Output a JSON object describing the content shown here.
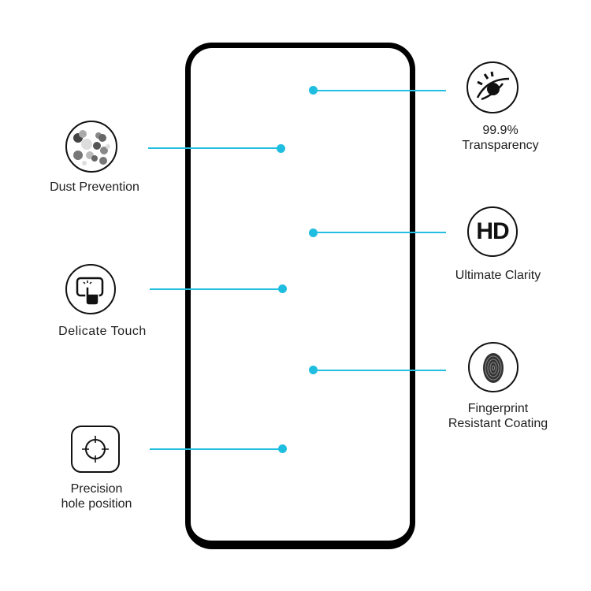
{
  "colors": {
    "accent": "#22bfe0",
    "frame": "#000000",
    "text": "#1e1e1e"
  },
  "features_left": [
    {
      "id": "dust",
      "icon": "dust-particles-icon",
      "label": "Dust Prevention"
    },
    {
      "id": "touch",
      "icon": "touch-screen-icon",
      "label": "Delicate Touch"
    },
    {
      "id": "hole",
      "icon": "crosshair-icon",
      "label_line1": "Precision",
      "label_line2": "hole position"
    }
  ],
  "features_right": [
    {
      "id": "transparency",
      "icon": "eye-icon",
      "label_line1": "99.9%",
      "label_line2": "Transparency"
    },
    {
      "id": "clarity",
      "icon": "hd-icon",
      "icon_text": "HD",
      "label": "Ultimate Clarity"
    },
    {
      "id": "fingerprint",
      "icon": "fingerprint-icon",
      "label_line1": "Fingerprint",
      "label_line2": "Resistant Coating"
    }
  ]
}
